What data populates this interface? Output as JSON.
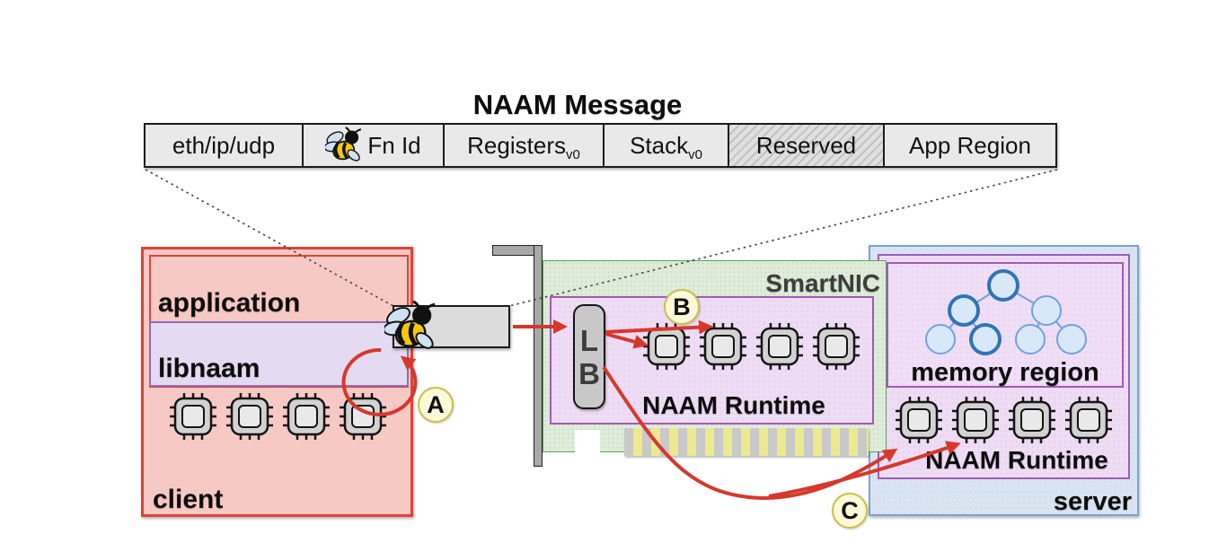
{
  "figure": {
    "title": "NAAM Message"
  },
  "message_bar": {
    "segments": [
      {
        "label": "eth/ip/udp"
      },
      {
        "label": "Fn Id",
        "icon": "bee-icon"
      },
      {
        "label": "Registers",
        "subscript": "v0"
      },
      {
        "label": "Stack",
        "subscript": "v0"
      },
      {
        "label": "Reserved",
        "hatched": true
      },
      {
        "label": "App Region"
      }
    ]
  },
  "client": {
    "title": "client",
    "application_label": "application",
    "libnaam_label": "libnaam",
    "cpu_cores": 4
  },
  "smartnic": {
    "title": "SmartNIC",
    "load_balancer_letters": [
      "L",
      "B"
    ],
    "runtime_label": "NAAM Runtime",
    "cpu_cores": 4
  },
  "server": {
    "title": "server",
    "memory_region_label": "memory region",
    "runtime_label": "NAAM Runtime",
    "cpu_cores": 4,
    "memory_tree": {
      "type": "binary-tree",
      "node_count": 7,
      "levels": 3,
      "highlighted_nodes": [
        "root",
        "left-child",
        "left-subtree-right-leaf"
      ]
    }
  },
  "steps": {
    "a": "A",
    "b": "B",
    "c": "C"
  },
  "colors": {
    "red_arrow": "#d6382c",
    "client_fill": "#f7c9c5",
    "client_border": "#e04237",
    "purple_fill": "#eedcf4",
    "purple_border": "#a25ab5",
    "libnaam_fill": "#e4daf1",
    "libnaam_border": "#8e6db4",
    "smartnic_fill": "#deecd9",
    "smartnic_border": "#5aa05a",
    "server_fill": "#d7e4f3",
    "server_border": "#7ba3d5",
    "step_circle_fill": "#fcf9d8",
    "step_circle_border": "#cbc04a",
    "tree_node_fill": "#d9e8f9",
    "tree_highlight": "#2e75b6"
  }
}
